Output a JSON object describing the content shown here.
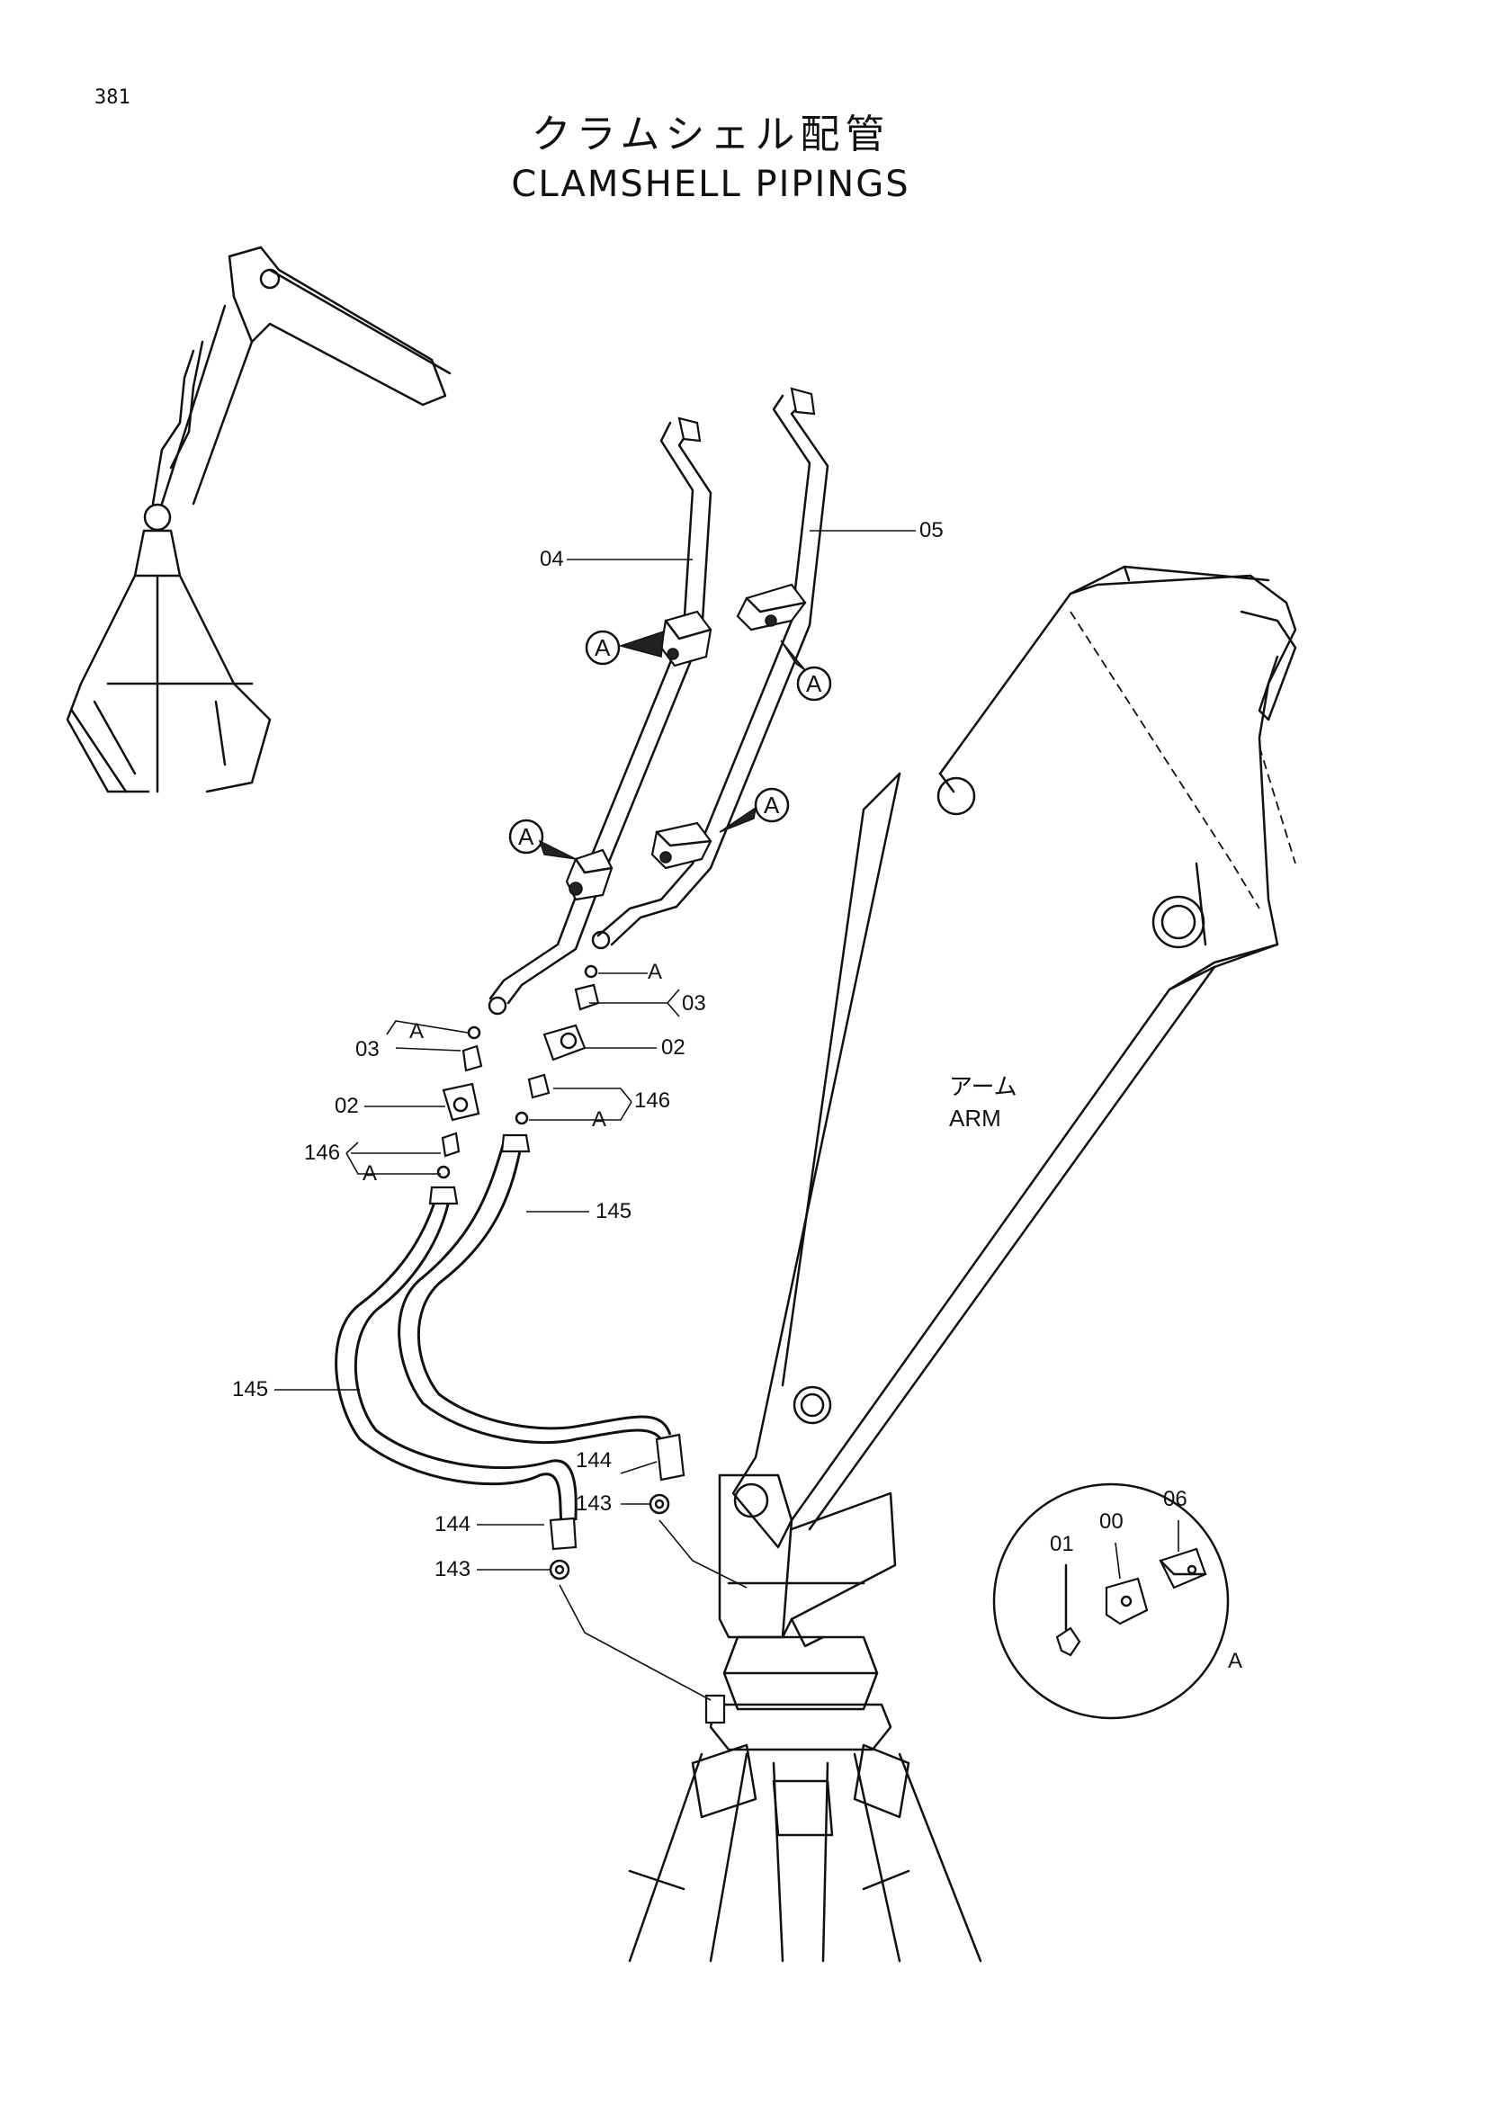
{
  "page_number": "381",
  "title_jp": "クラムシェル配管",
  "title_en": "CLAMSHELL PIPINGS",
  "arm_label_jp": "アーム",
  "arm_label_en": "ARM",
  "callout_letter": "A",
  "detail_view_letter": "A",
  "part_labels": {
    "p04": "04",
    "p05": "05",
    "p03_right": "03",
    "p02_right": "02",
    "p146_right": "146",
    "p03_left": "03",
    "p02_left": "02",
    "p146_left": "146",
    "p145_upper": "145",
    "p145_left": "145",
    "p144_right": "144",
    "p143_right": "143",
    "p144_left": "144",
    "p143_left": "143",
    "p01": "01",
    "p00": "00",
    "p06": "06",
    "a_ref_right_top": "A",
    "a_ref_left_mid": "A",
    "a_ref_right_low": "A",
    "a_ref_left_low": "A"
  }
}
